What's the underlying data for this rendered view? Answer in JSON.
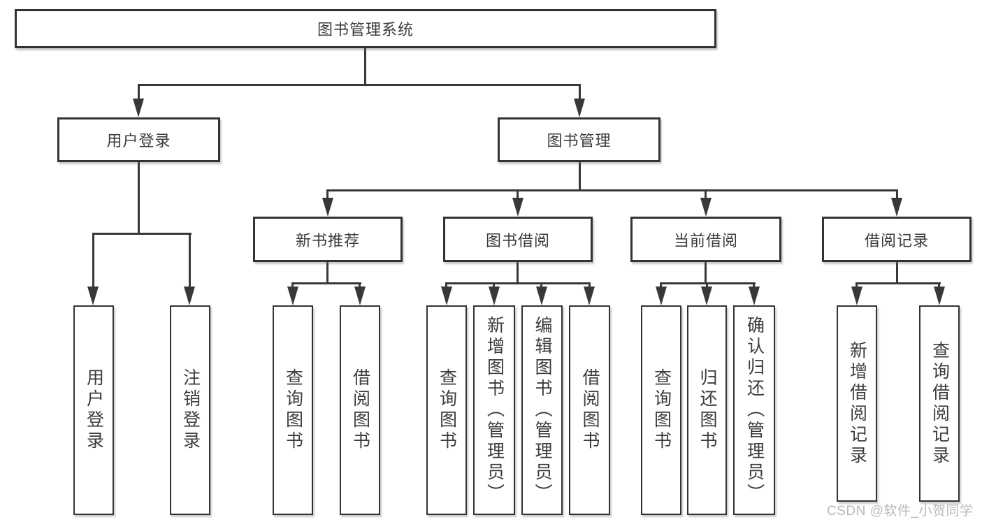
{
  "colors": {
    "background": "#ffffff",
    "line": "#383838",
    "box_border": "#333333",
    "box_fill": "#ffffff",
    "text": "#3b3b3b",
    "watermark_text": "#b9b9b9"
  },
  "tree": {
    "root": {
      "label": "图书管理系统"
    },
    "branches": [
      {
        "label": "用户登录",
        "children": [
          {
            "label": "用户登录"
          },
          {
            "label": "注销登录"
          }
        ]
      },
      {
        "label": "图书管理",
        "children": [
          {
            "label": "新书推荐",
            "children": [
              {
                "label": "查询图书"
              },
              {
                "label": "借阅图书"
              }
            ]
          },
          {
            "label": "图书借阅",
            "children": [
              {
                "label": "查询图书"
              },
              {
                "label": "新增图书（管理员）"
              },
              {
                "label": "编辑图书（管理员）"
              },
              {
                "label": "借阅图书"
              }
            ]
          },
          {
            "label": "当前借阅",
            "children": [
              {
                "label": "查询图书"
              },
              {
                "label": "归还图书"
              },
              {
                "label": "确认归还（管理员）"
              }
            ]
          },
          {
            "label": "借阅记录",
            "children": [
              {
                "label": "新增借阅记录"
              },
              {
                "label": "查询借阅记录"
              }
            ]
          }
        ]
      }
    ]
  },
  "watermark": {
    "text": "CSDN @软件_小贺同学"
  }
}
